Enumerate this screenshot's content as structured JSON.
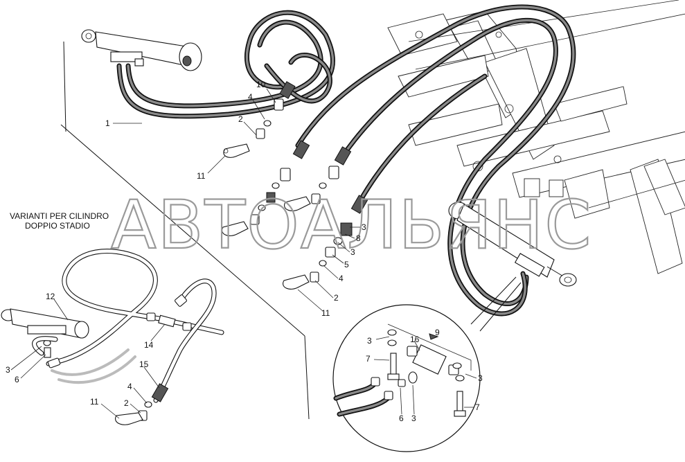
{
  "diagram": {
    "watermark": "АВТОАЛЬЯНС",
    "variant_caption_line1": "VARIANTI PER CILINDRO",
    "variant_caption_line2": "DOPPIO STADIO",
    "callouts": {
      "c1": "1",
      "c10": "10",
      "c4_top": "4",
      "c2_top": "2",
      "c11_top": "11",
      "c3_mid": "3",
      "c8": "8",
      "c3_mid2": "3",
      "c5": "5",
      "c4_mid": "4",
      "c2_mid": "2",
      "c11_mid": "11",
      "c12": "12",
      "c3_left": "3",
      "c6_left": "6",
      "c14": "14",
      "c15": "15",
      "c4_low": "4",
      "c2_low": "2",
      "c11_low": "11",
      "c9": "9",
      "c3_det_top": "3",
      "c16": "16",
      "c7_det": "7",
      "c3_det_right": "3",
      "c7_det_low": "7",
      "c6_det": "6",
      "c3_det_low": "3"
    }
  }
}
